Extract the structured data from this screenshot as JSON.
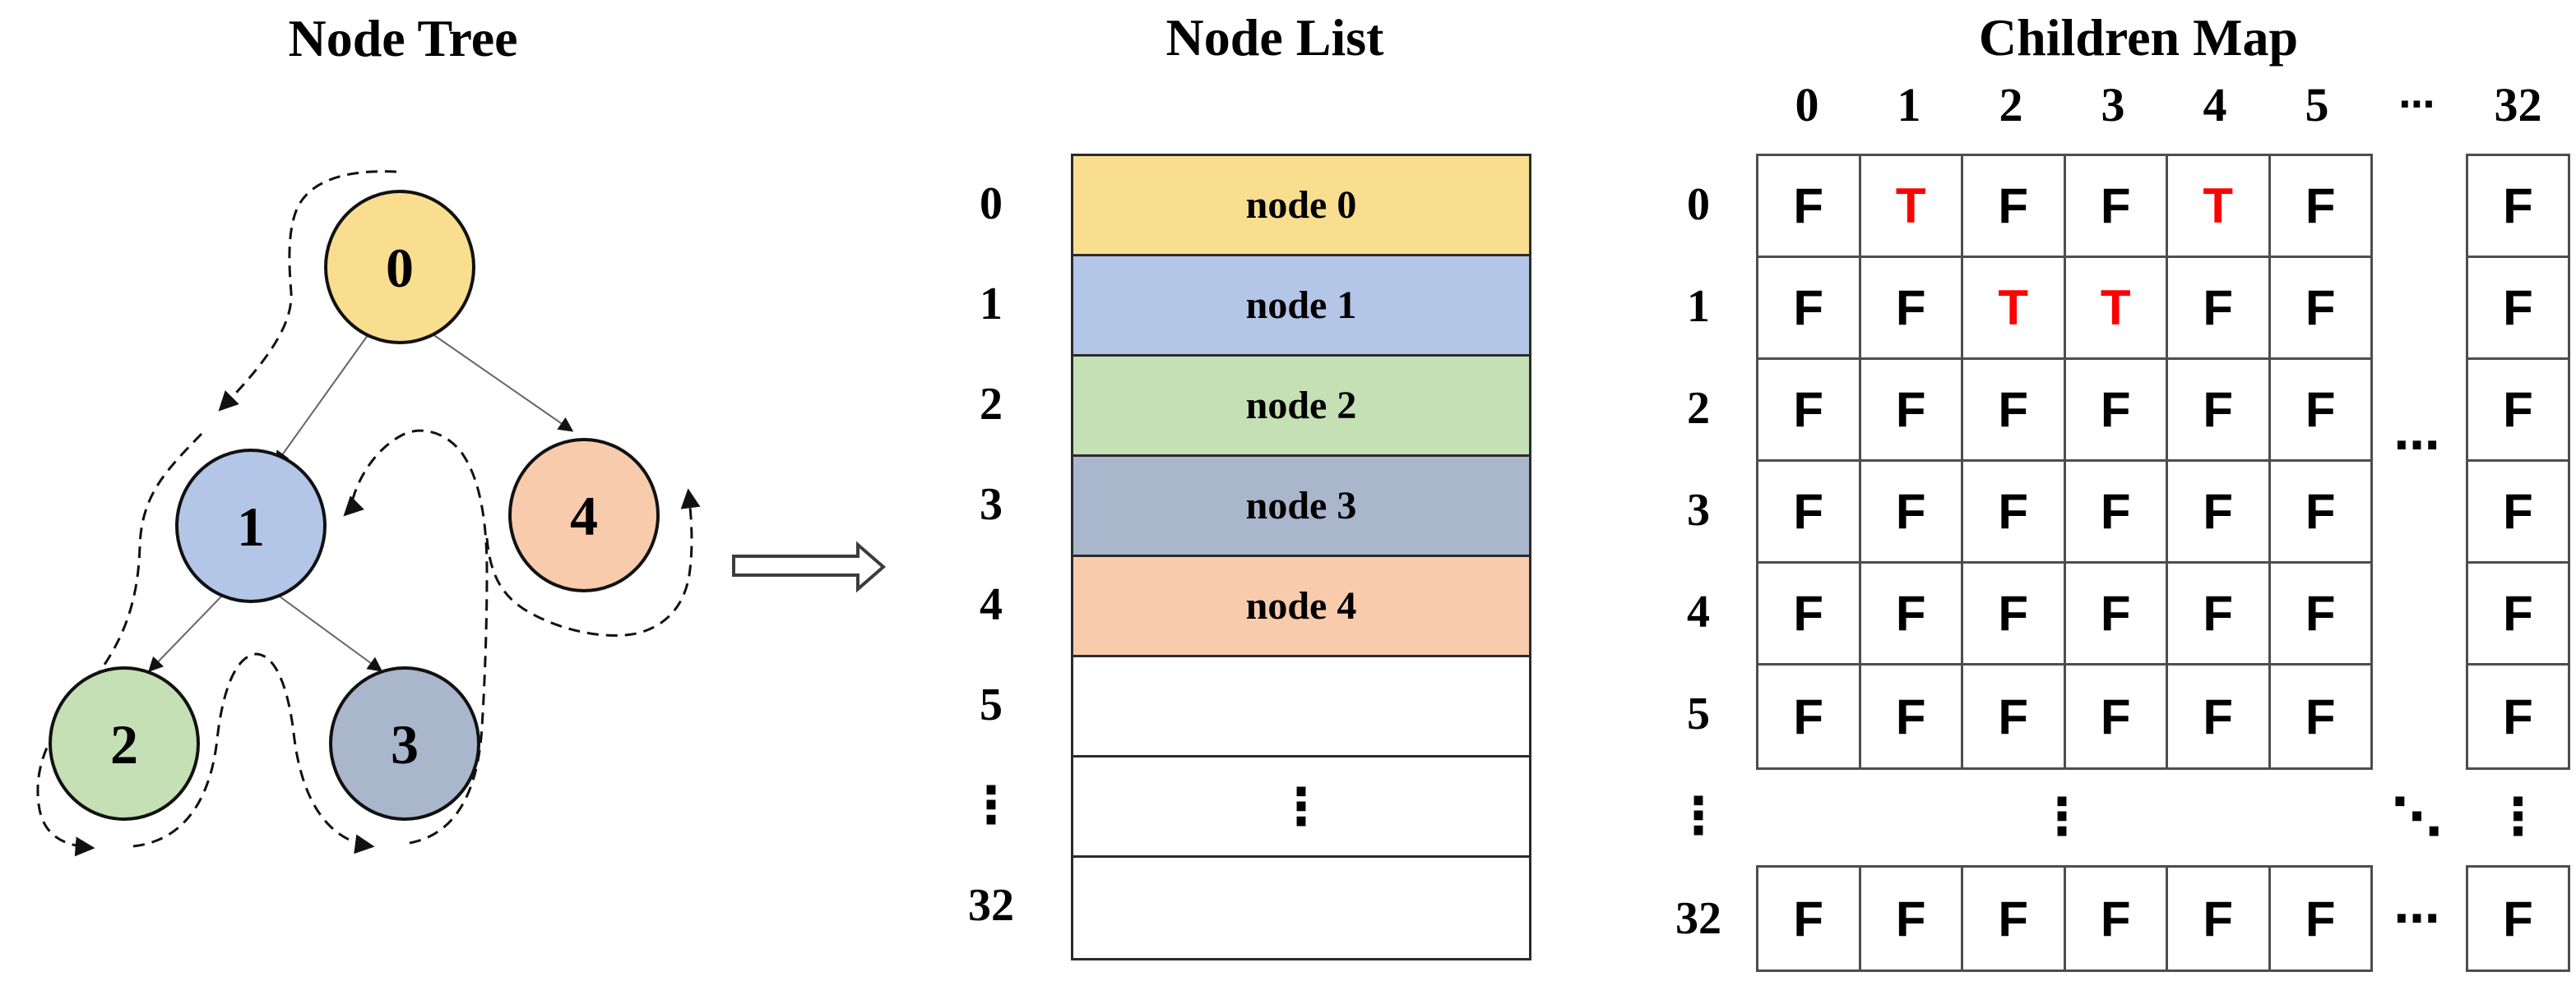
{
  "figure": {
    "tree": {
      "title": "Node Tree",
      "nodes": [
        {
          "label": "0",
          "color": "#F9DE8F"
        },
        {
          "label": "1",
          "color": "#B4C6E7"
        },
        {
          "label": "2",
          "color": "#C5E0B4"
        },
        {
          "label": "3",
          "color": "#A9B6CC"
        },
        {
          "label": "4",
          "color": "#F8CBAD"
        }
      ],
      "edges": [
        [
          "0",
          "1"
        ],
        [
          "0",
          "4"
        ],
        [
          "1",
          "2"
        ],
        [
          "1",
          "3"
        ]
      ]
    },
    "list": {
      "title": "Node List",
      "rows": [
        {
          "index": "0",
          "label": "node 0",
          "color": "#F9DE8F"
        },
        {
          "index": "1",
          "label": "node 1",
          "color": "#B4C6E7"
        },
        {
          "index": "2",
          "label": "node 2",
          "color": "#C5E0B4"
        },
        {
          "index": "3",
          "label": "node 3",
          "color": "#A9B6CC"
        },
        {
          "index": "4",
          "label": "node 4",
          "color": "#F8CBAD"
        },
        {
          "index": "5",
          "label": "",
          "color": "#FFFFFF"
        },
        {
          "index": "⋮",
          "label": "⋮",
          "color": "#FFFFFF"
        },
        {
          "index": "32",
          "label": "",
          "color": "#FFFFFF"
        }
      ]
    },
    "map": {
      "title": "Children Map",
      "col_headers": [
        "0",
        "1",
        "2",
        "3",
        "4",
        "5",
        "⋯",
        "32"
      ],
      "rows": [
        {
          "label": "0",
          "cells": [
            "F",
            "T",
            "F",
            "F",
            "T",
            "F"
          ],
          "col32": "F"
        },
        {
          "label": "1",
          "cells": [
            "F",
            "F",
            "T",
            "T",
            "F",
            "F"
          ],
          "col32": "F"
        },
        {
          "label": "2",
          "cells": [
            "F",
            "F",
            "F",
            "F",
            "F",
            "F"
          ],
          "col32": "F"
        },
        {
          "label": "3",
          "cells": [
            "F",
            "F",
            "F",
            "F",
            "F",
            "F"
          ],
          "col32": "F"
        },
        {
          "label": "4",
          "cells": [
            "F",
            "F",
            "F",
            "F",
            "F",
            "F"
          ],
          "col32": "F"
        },
        {
          "label": "5",
          "cells": [
            "F",
            "F",
            "F",
            "F",
            "F",
            "F"
          ],
          "col32": "F"
        }
      ],
      "gap_mid": "⋯",
      "ellipsis_row": {
        "label": "⋮",
        "main": "⋮",
        "gap": "⋱",
        "col32": "⋮"
      },
      "row32": {
        "label": "32",
        "cells": [
          "F",
          "F",
          "F",
          "F",
          "F",
          "F"
        ],
        "gap": "⋯",
        "col32": "F"
      },
      "true_color": "#FF0000",
      "false_color": "#000000"
    }
  }
}
